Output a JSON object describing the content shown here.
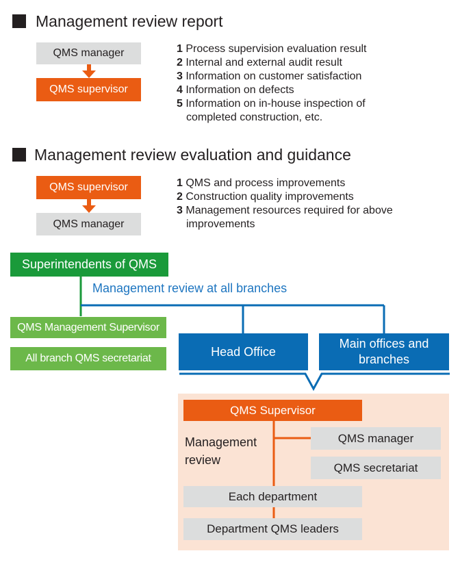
{
  "section1": {
    "title": "Management review report",
    "from_box": "QMS manager",
    "to_box": "QMS supervisor",
    "items": [
      {
        "num": "1",
        "text": "Process supervision evaluation result"
      },
      {
        "num": "2",
        "text": "Internal and external audit result"
      },
      {
        "num": "3",
        "text": "Information on customer satisfaction"
      },
      {
        "num": "4",
        "text": "Information on defects"
      },
      {
        "num": "5",
        "text": "Information on in-house inspection of",
        "cont": "completed construction, etc."
      }
    ]
  },
  "section2": {
    "title": "Management review evaluation and guidance",
    "from_box": "QMS supervisor",
    "to_box": "QMS manager",
    "items": [
      {
        "num": "1",
        "text": "QMS and process improvements"
      },
      {
        "num": "2",
        "text": "Construction quality improvements"
      },
      {
        "num": "3",
        "text": "Management resources required for above",
        "cont": "improvements"
      }
    ]
  },
  "org": {
    "top": "Superintendents of QMS",
    "branch_label": "Management review at all branches",
    "left_boxes": [
      "QMS Management Supervisor",
      "All branch QMS secretariat"
    ],
    "head_office": "Head Office",
    "main_offices": [
      "Main offices and",
      "branches"
    ],
    "detail": {
      "supervisor": "QMS Supervisor",
      "review_label": [
        "Management",
        "review"
      ],
      "manager": "QMS manager",
      "secretariat": "QMS secretariat",
      "department": "Each department",
      "leaders": "Department QMS leaders"
    }
  },
  "colors": {
    "orange": "#ea5c13",
    "gray": "#dcdddd",
    "green": "#6cb84a",
    "green_dark": "#1a9a3a",
    "blue": "#0a6cb4",
    "peach": "#fbe3d4"
  }
}
